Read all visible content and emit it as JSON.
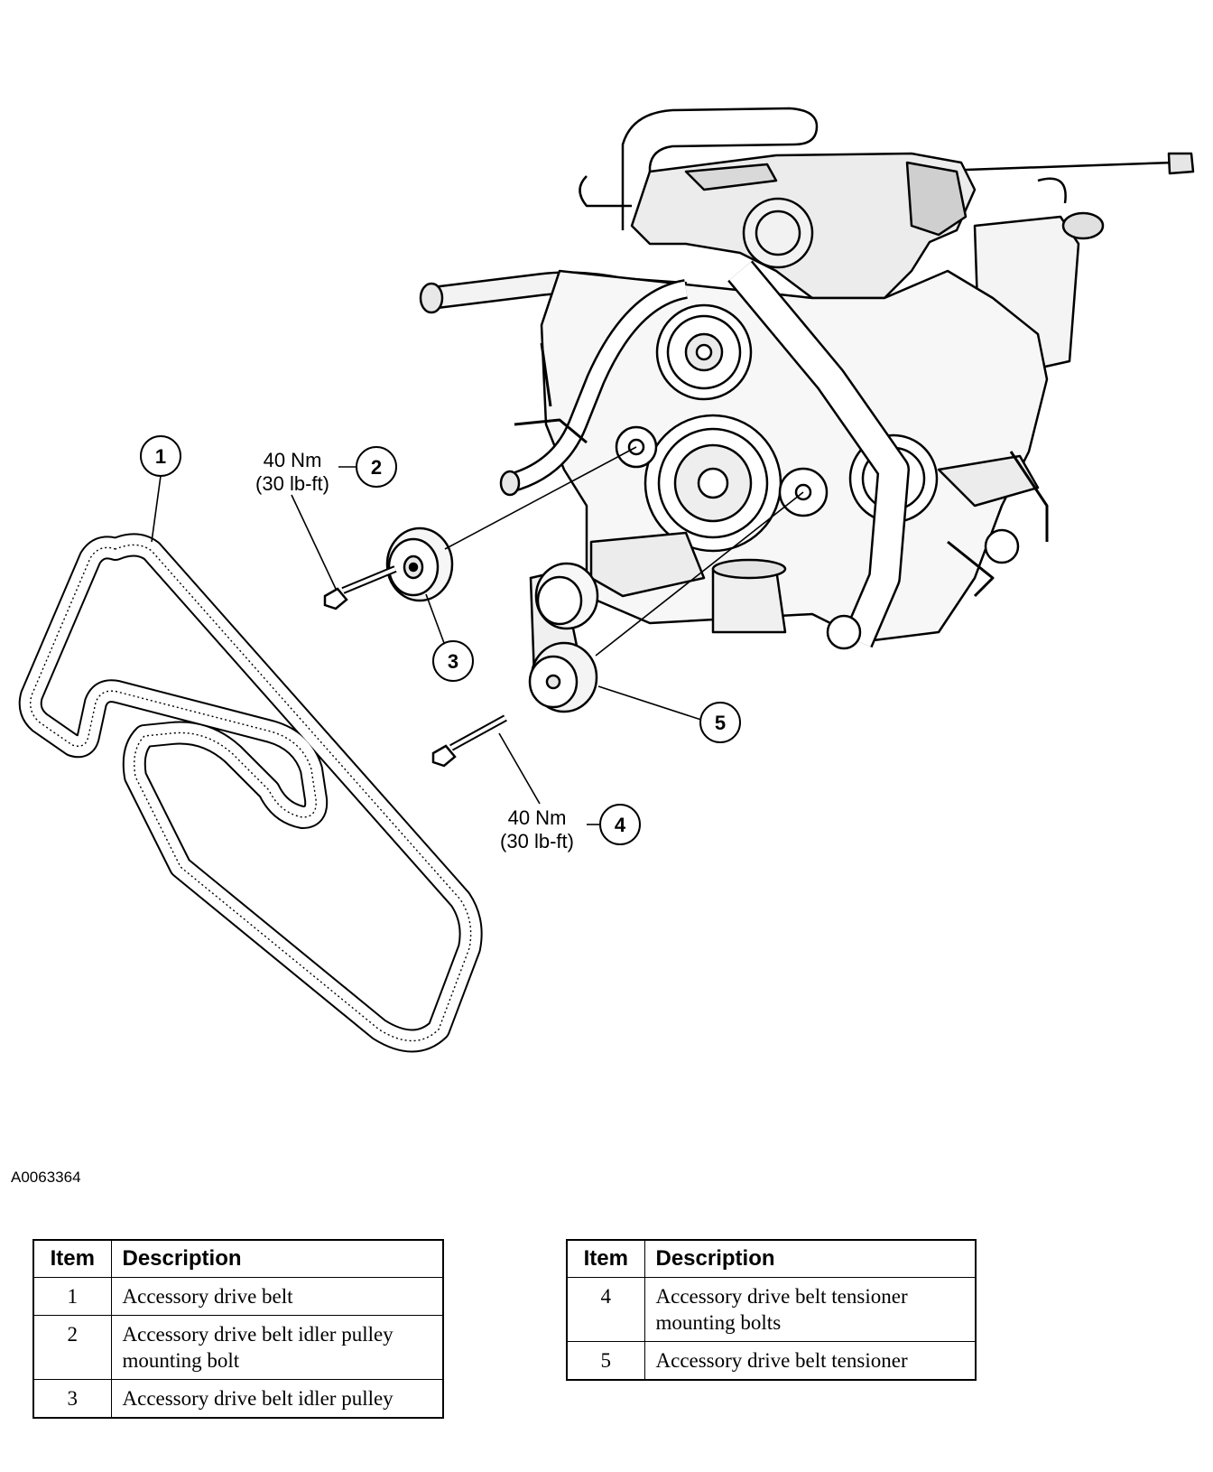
{
  "figure_id": "A0063364",
  "callouts": {
    "c1": {
      "num": "1"
    },
    "c2": {
      "num": "2",
      "torque_nm": "40 Nm",
      "torque_lbft": "(30 lb-ft)"
    },
    "c3": {
      "num": "3"
    },
    "c4": {
      "num": "4",
      "torque_nm": "40 Nm",
      "torque_lbft": "(30 lb-ft)"
    },
    "c5": {
      "num": "5"
    }
  },
  "legend": {
    "header_item": "Item",
    "header_description": "Description",
    "left_rows": [
      {
        "item": "1",
        "description": "Accessory drive belt"
      },
      {
        "item": "2",
        "description": "Accessory drive belt idler pulley mounting bolt"
      },
      {
        "item": "3",
        "description": "Accessory drive belt idler pulley"
      }
    ],
    "right_rows": [
      {
        "item": "4",
        "description": "Accessory drive belt tensioner mounting bolts"
      },
      {
        "item": "5",
        "description": "Accessory drive belt tensioner"
      }
    ]
  }
}
